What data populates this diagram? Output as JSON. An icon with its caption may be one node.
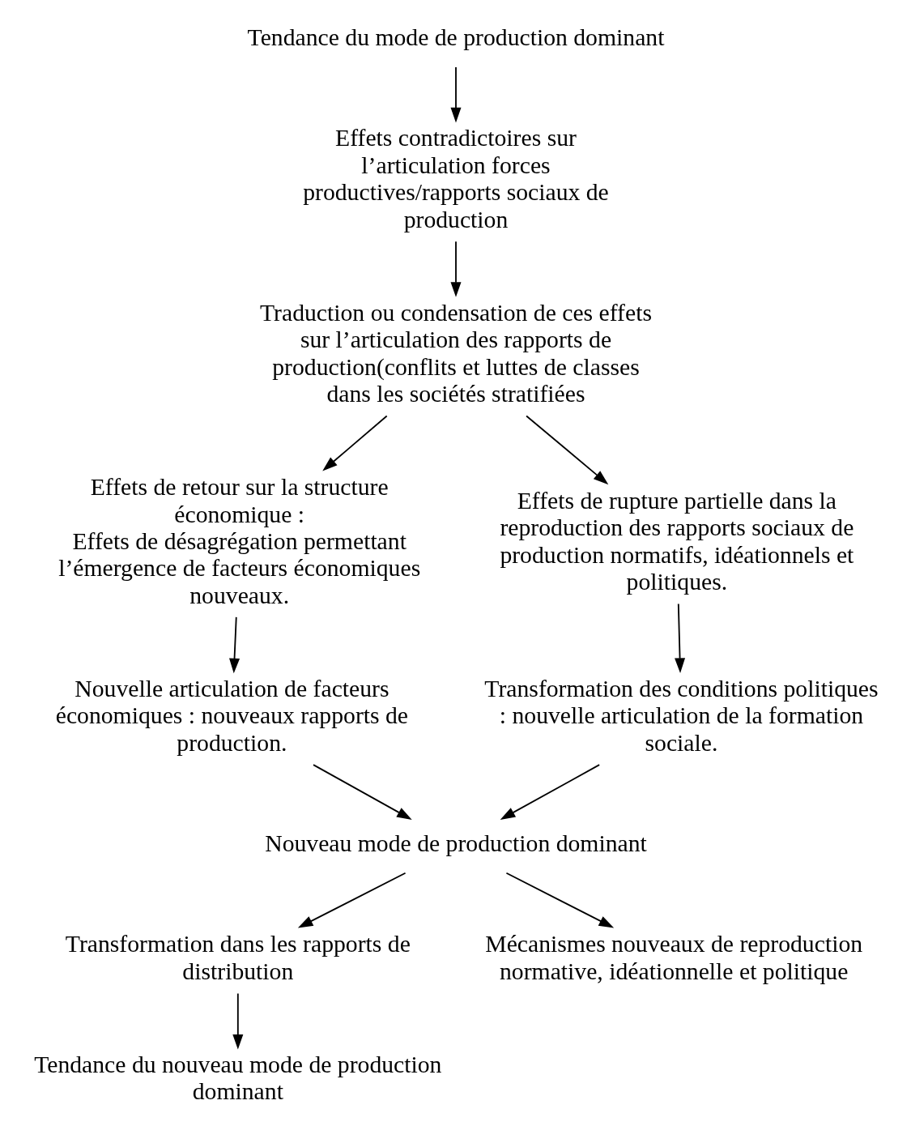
{
  "diagram": {
    "nodes": [
      {
        "text": [
          "Tendance du mode de production dominant"
        ]
      },
      {
        "text": [
          "Effets contradictoires sur l’articulation forces productives/rapports sociaux de production"
        ]
      },
      {
        "text": [
          "Traduction ou condensation de ces effets sur l’articulation des rapports de production(conflits et luttes de classes dans les sociétés stratifiées"
        ]
      },
      {
        "text": [
          "Effets de retour sur la structure économique :",
          "Effets de désagrégation permettant l’émergence de facteurs économiques nouveaux."
        ]
      },
      {
        "text": [
          "Effets de rupture partielle dans la reproduction des rapports sociaux de production normatifs, idéationnels et politiques."
        ]
      },
      {
        "text": [
          "Nouvelle articulation de facteurs économiques : nouveaux rapports de production."
        ]
      },
      {
        "text": [
          "Transformation des conditions politiques : nouvelle articulation de la formation sociale."
        ]
      },
      {
        "text": [
          "Nouveau mode de production dominant"
        ]
      },
      {
        "text": [
          "Transformation dans les rapports de distribution"
        ]
      },
      {
        "text": [
          "Mécanismes nouveaux de reproduction normative, idéationnelle et politique"
        ]
      },
      {
        "text": [
          "Tendance du nouveau mode de production dominant"
        ]
      }
    ],
    "edges": [
      {
        "from": 0,
        "to": 1,
        "arrow": "to"
      },
      {
        "from": 1,
        "to": 2,
        "arrow": "to"
      },
      {
        "from": 2,
        "to": 3,
        "arrow": "to"
      },
      {
        "from": 2,
        "to": 4,
        "arrow": "to"
      },
      {
        "from": 3,
        "to": 5,
        "arrow": "to"
      },
      {
        "from": 4,
        "to": 6,
        "arrow": "to"
      },
      {
        "from": 5,
        "to": 7,
        "arrow": "to"
      },
      {
        "from": 6,
        "to": 7,
        "arrow": "to"
      },
      {
        "from": 7,
        "to": 8,
        "arrow": "to"
      },
      {
        "from": 7,
        "to": 9,
        "arrow": "to"
      },
      {
        "from": 8,
        "to": 10,
        "arrow": "to"
      }
    ]
  }
}
